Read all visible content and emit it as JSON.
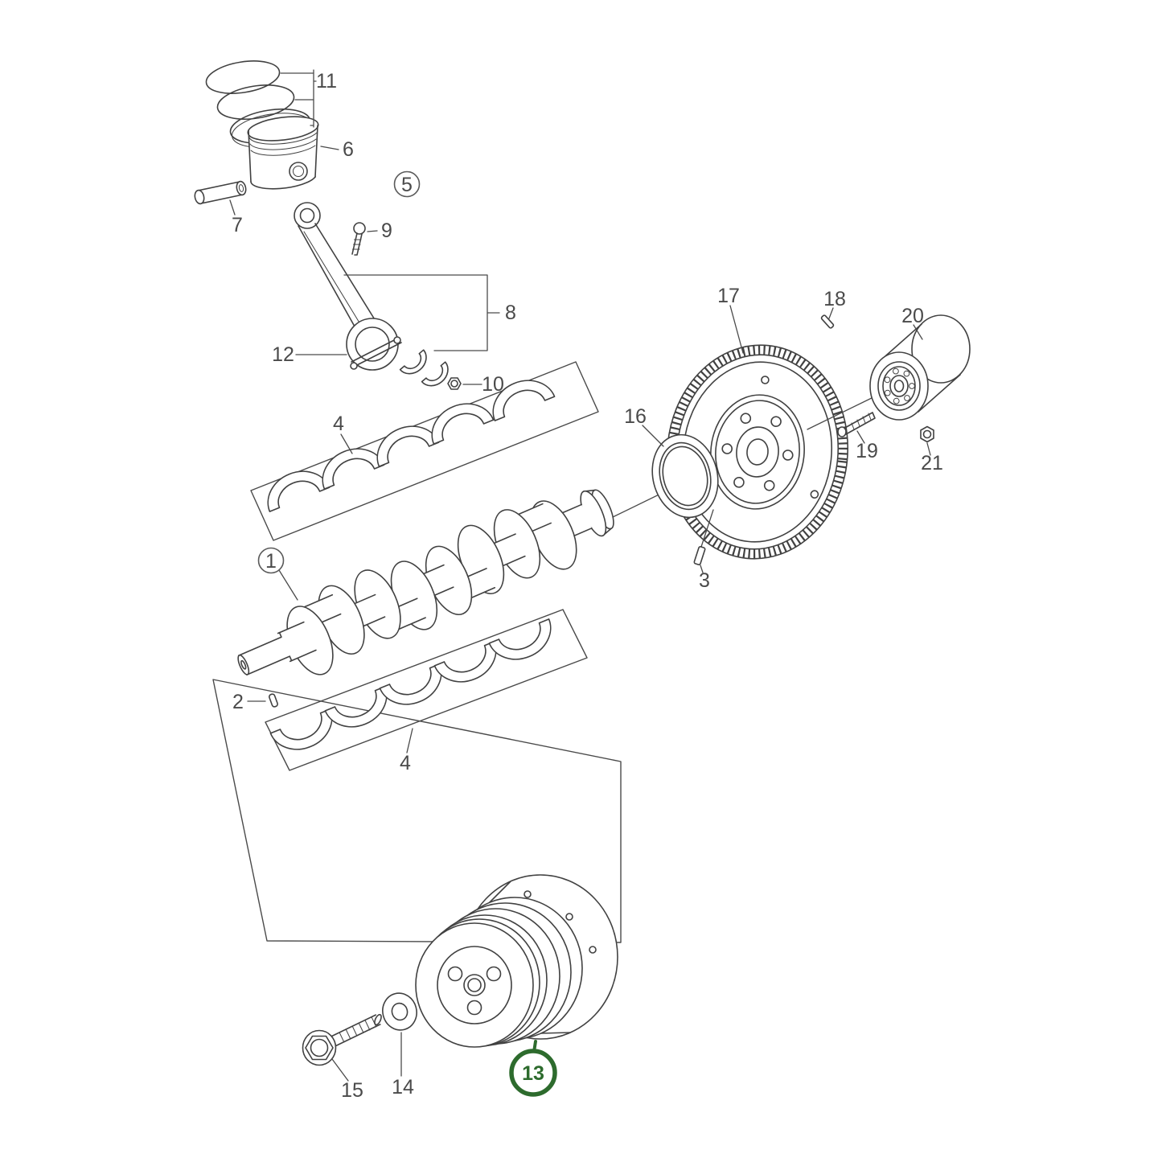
{
  "diagram": {
    "highlighted_part": "13",
    "colors": {
      "line": "#414141",
      "label": "#4a4a4a",
      "highlight": "#2d6b2d",
      "background": "#ffffff"
    },
    "callouts": {
      "c1": "1",
      "c2": "2",
      "c3": "3",
      "c4_upper": "4",
      "c4_lower": "4",
      "c5": "5",
      "c6": "6",
      "c7": "7",
      "c8": "8",
      "c9": "9",
      "c10": "10",
      "c11": "11",
      "c12": "12",
      "c13": "13",
      "c14": "14",
      "c15": "15",
      "c16": "16",
      "c17": "17",
      "c18": "18",
      "c19": "19",
      "c20": "20",
      "c21": "21"
    }
  }
}
